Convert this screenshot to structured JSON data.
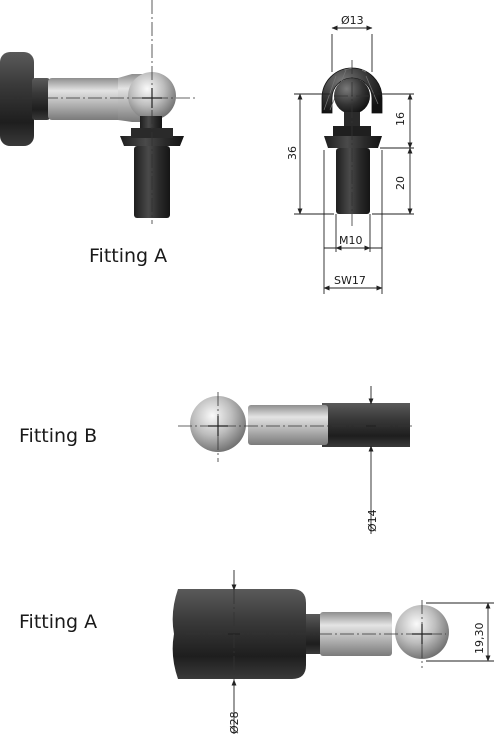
{
  "captions": {
    "top_left": "Fitting A",
    "middle": "Fitting B",
    "bottom": "Fitting A"
  },
  "dimensions": {
    "ball_diameter_top": "Ø13",
    "height_total": "36",
    "height_upper": "16",
    "height_lower": "20",
    "thread": "M10",
    "wrench_size": "SW17",
    "rod_diameter_b": "Ø14",
    "ball_diameter_bottom": "19,30",
    "tube_diameter": "Ø28"
  },
  "colors": {
    "dark_metal": "#2e2e2e",
    "light_metal": "#b9b9b9",
    "ball": "#cfcfcf",
    "line": "#222222"
  }
}
